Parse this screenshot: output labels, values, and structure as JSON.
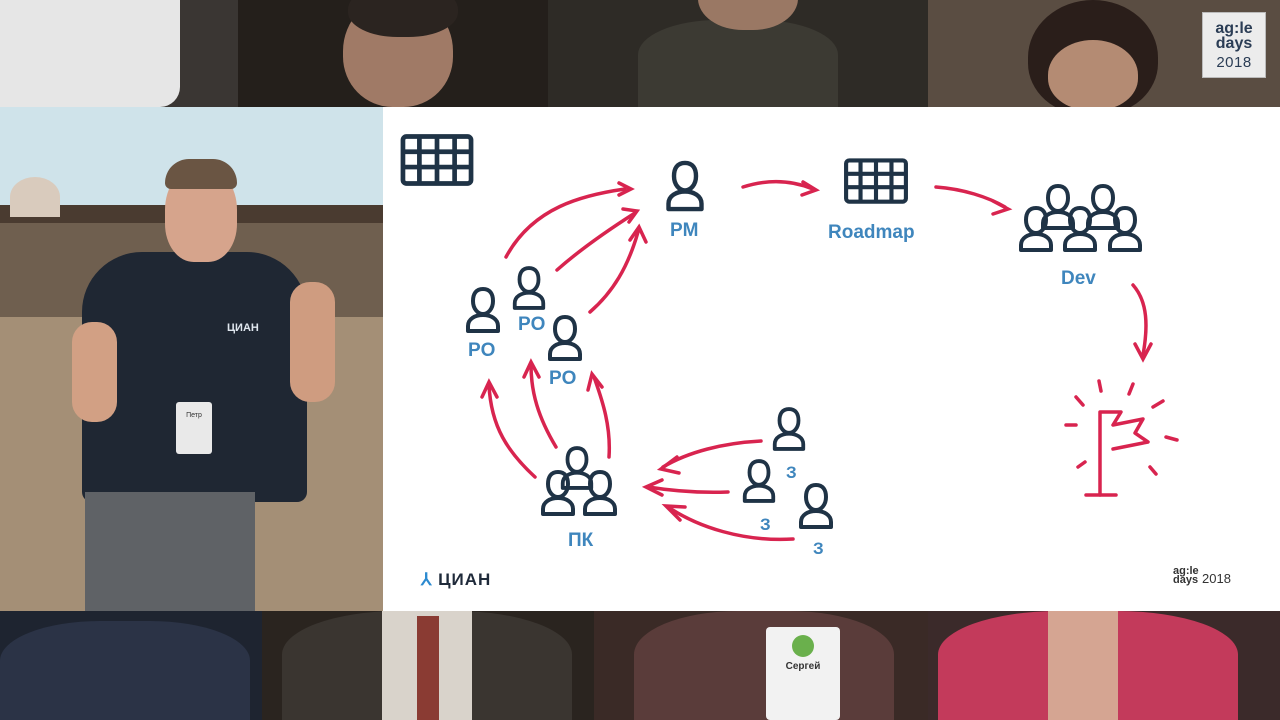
{
  "event_logo": {
    "line1": "ag:le",
    "line2": "days",
    "year": "2018"
  },
  "slide": {
    "labels": {
      "pm": "PM",
      "roadmap": "Roadmap",
      "dev": "Dev",
      "po_left": "PO",
      "po_top": "PO",
      "po_right": "PO",
      "pk": "ПК",
      "z_top": "З",
      "z_mid": "З",
      "z_bottom": "З"
    },
    "company_logo": "ЦИАН",
    "footer_logo": {
      "line1": "ag:le",
      "line2": "days",
      "year": "2018"
    }
  },
  "speaker": {
    "tshirt_logo": "ЦИАН",
    "badge_name": "Петр"
  },
  "audience_badge": {
    "name": "Сергей"
  },
  "colors": {
    "arrow": "#d8244f",
    "icon": "#1f3346",
    "label": "#3f86bd",
    "slide_bg": "#ffffff"
  }
}
